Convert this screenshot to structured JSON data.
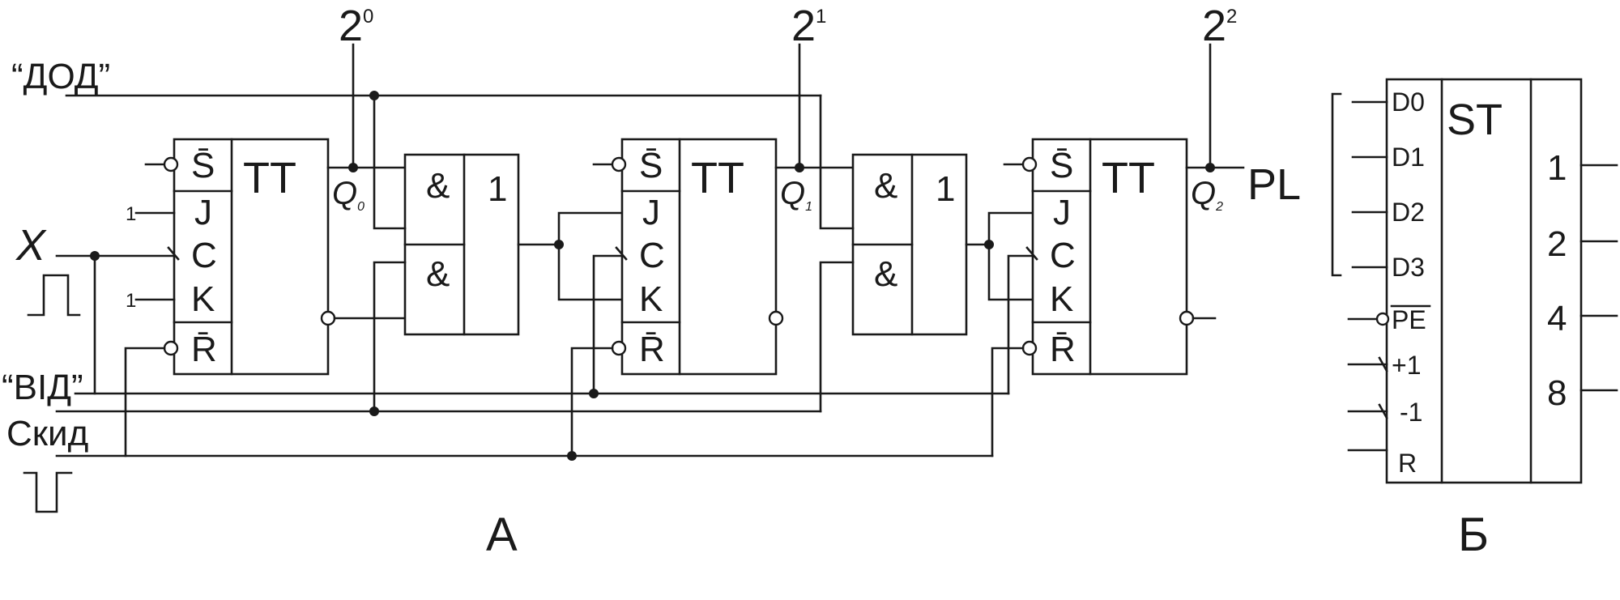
{
  "circuit_a": {
    "caption": "А",
    "inputs": {
      "dod": "“ДОД”",
      "vid": "“ВІД”",
      "skyd": "Скид",
      "x": "X"
    },
    "outputs": {
      "bit0": {
        "base": "2",
        "exp": "0"
      },
      "bit1": {
        "base": "2",
        "exp": "1"
      },
      "bit2": {
        "base": "2",
        "exp": "2"
      },
      "pl": "PL"
    },
    "flipflops": [
      {
        "title": "TT",
        "pins": [
          "S̄",
          "J",
          "C",
          "K",
          "R̄"
        ],
        "q": "Q",
        "q_sub": "0",
        "j_const": "1",
        "k_const": "1"
      },
      {
        "title": "TT",
        "pins": [
          "S̄",
          "J",
          "C",
          "K",
          "R̄"
        ],
        "q": "Q",
        "q_sub": "1"
      },
      {
        "title": "TT",
        "pins": [
          "S̄",
          "J",
          "C",
          "K",
          "R̄"
        ],
        "q": "Q",
        "q_sub": "2"
      }
    ],
    "gates": [
      {
        "and1": "&",
        "and2": "&",
        "or": "1"
      },
      {
        "and1": "&",
        "and2": "&",
        "or": "1"
      }
    ]
  },
  "circuit_b": {
    "caption": "Б",
    "title": "ST",
    "data_inputs": [
      "D0",
      "D1",
      "D2",
      "D3"
    ],
    "control_inputs": [
      "PE",
      "+1",
      "-1",
      "R"
    ],
    "outputs": [
      "1",
      "2",
      "4",
      "8"
    ]
  }
}
